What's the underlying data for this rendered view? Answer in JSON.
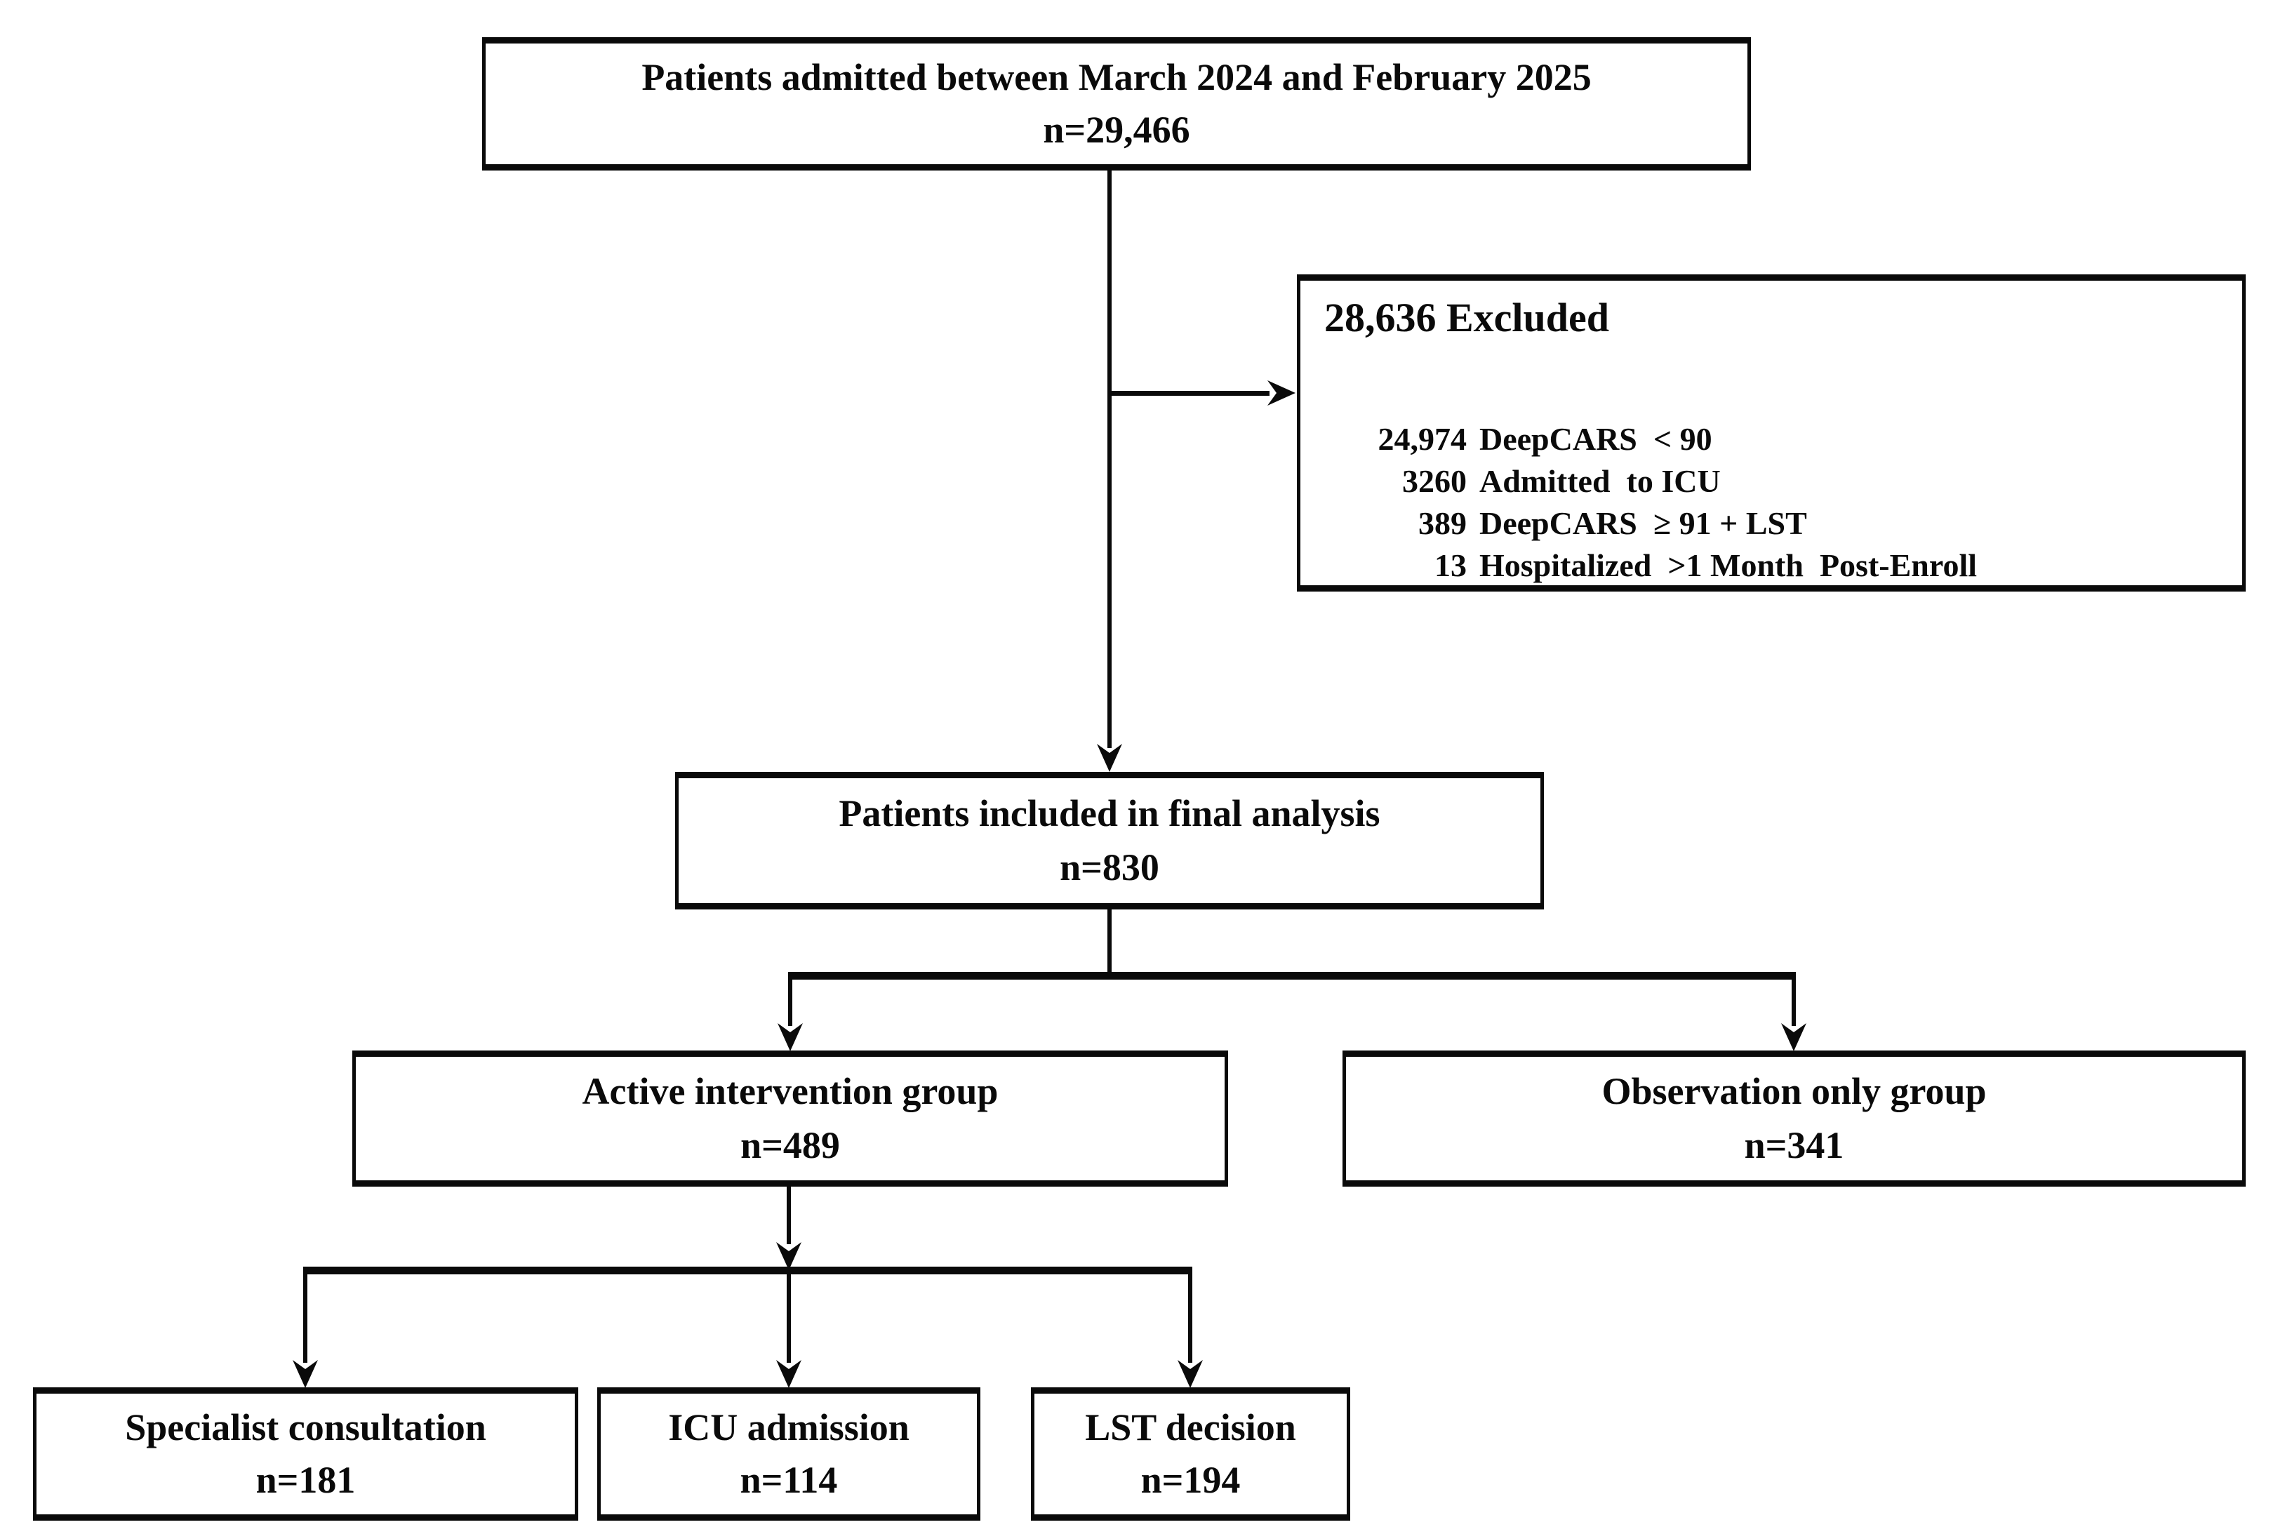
{
  "diagram": {
    "admitted": {
      "title": "Patients admitted between March 2024 and February 2025",
      "n": "n=29,466"
    },
    "excluded": {
      "title": "28,636 Excluded",
      "items": [
        {
          "n": "24,974",
          "label": "DeepCARS  < 90"
        },
        {
          "n": "3260",
          "label": "Admitted  to ICU"
        },
        {
          "n": "389",
          "label": "DeepCARS  ≥ 91 + LST"
        },
        {
          "n": "13",
          "label": "Hospitalized  >1 Month  Post-Enroll"
        }
      ]
    },
    "final": {
      "title": "Patients included in final analysis",
      "n": "n=830"
    },
    "active": {
      "title": "Active intervention group",
      "n": "n=489"
    },
    "observation": {
      "title": "Observation only group",
      "n": "n=341"
    },
    "specialist": {
      "title": "Specialist consultation",
      "n": "n=181"
    },
    "icu": {
      "title": "ICU admission",
      "n": "n=114"
    },
    "lst": {
      "title": "LST decision",
      "n": "n=194"
    }
  },
  "colors": {
    "line": "#0a0a0a",
    "border": "#0a0a0a",
    "background": "#ffffff",
    "text": "#0a0a0a"
  }
}
